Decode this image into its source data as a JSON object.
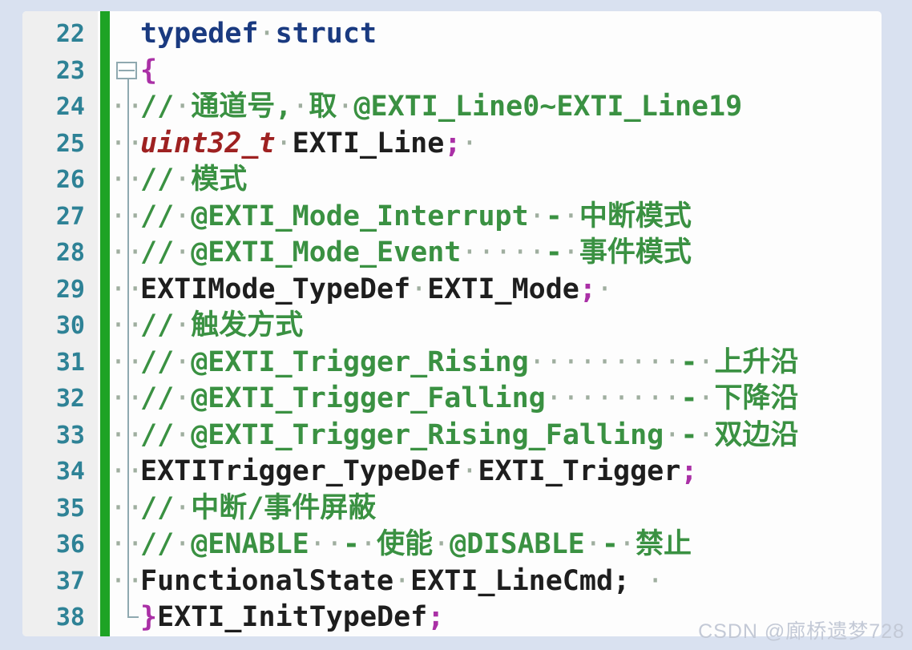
{
  "editor": {
    "watermark": "CSDN @廊桥遗梦728",
    "indent_dots": "··",
    "colors": {
      "background": "#d9e1f0",
      "panel_bg": "#fdfdfd",
      "gutter_bg": "#efefef",
      "line_number": "#2e8296",
      "modified_bar": "#1ea325",
      "keyword": "#1a3a80",
      "type": "#9e2121",
      "identifier": "#1e1e1e",
      "punctuation": "#aa30a6",
      "comment": "#3a9142",
      "whitespace_dot": "#9fae9f",
      "fold_guide": "#8fa9b0",
      "watermark": "#c3c9d6"
    },
    "lines": [
      {
        "num": "22",
        "indent": false,
        "fold": null,
        "segments": [
          {
            "c": "kw",
            "t": "typedef"
          },
          {
            "c": "ws",
            "t": "·"
          },
          {
            "c": "kw",
            "t": "struct"
          }
        ]
      },
      {
        "num": "23",
        "indent": false,
        "fold": "box",
        "segments": [
          {
            "c": "pu",
            "t": "{"
          }
        ]
      },
      {
        "num": "24",
        "indent": true,
        "fold": null,
        "segments": [
          {
            "c": "cm",
            "t": "//"
          },
          {
            "c": "ws",
            "t": "·"
          },
          {
            "c": "cm",
            "t": "通道号,"
          },
          {
            "c": "ws",
            "t": "·"
          },
          {
            "c": "cm",
            "t": "取"
          },
          {
            "c": "ws",
            "t": "·"
          },
          {
            "c": "cm",
            "t": "@EXTI_Line0~EXTI_Line19"
          }
        ]
      },
      {
        "num": "25",
        "indent": true,
        "fold": null,
        "segments": [
          {
            "c": "ty",
            "t": "uint32_t"
          },
          {
            "c": "ws",
            "t": "·"
          },
          {
            "c": "id",
            "t": "EXTI_Line"
          },
          {
            "c": "pu",
            "t": ";"
          },
          {
            "c": "ws",
            "t": "·"
          }
        ]
      },
      {
        "num": "26",
        "indent": true,
        "fold": null,
        "segments": [
          {
            "c": "cm",
            "t": "//"
          },
          {
            "c": "ws",
            "t": "·"
          },
          {
            "c": "cm",
            "t": "模式"
          }
        ]
      },
      {
        "num": "27",
        "indent": true,
        "fold": null,
        "segments": [
          {
            "c": "cm",
            "t": "//"
          },
          {
            "c": "ws",
            "t": "·"
          },
          {
            "c": "cm",
            "t": "@EXTI_Mode_Interrupt"
          },
          {
            "c": "ws",
            "t": "·"
          },
          {
            "c": "cm",
            "t": "-"
          },
          {
            "c": "ws",
            "t": "·"
          },
          {
            "c": "cm",
            "t": "中断模式"
          }
        ]
      },
      {
        "num": "28",
        "indent": true,
        "fold": null,
        "segments": [
          {
            "c": "cm",
            "t": "//"
          },
          {
            "c": "ws",
            "t": "·"
          },
          {
            "c": "cm",
            "t": "@EXTI_Mode_Event"
          },
          {
            "c": "ws",
            "t": "·····"
          },
          {
            "c": "cm",
            "t": "-"
          },
          {
            "c": "ws",
            "t": "·"
          },
          {
            "c": "cm",
            "t": "事件模式"
          }
        ]
      },
      {
        "num": "29",
        "indent": true,
        "fold": null,
        "segments": [
          {
            "c": "id",
            "t": "EXTIMode_TypeDef"
          },
          {
            "c": "ws",
            "t": "·"
          },
          {
            "c": "id",
            "t": "EXTI_Mode"
          },
          {
            "c": "pu",
            "t": ";"
          },
          {
            "c": "ws",
            "t": "·"
          }
        ]
      },
      {
        "num": "30",
        "indent": true,
        "fold": null,
        "segments": [
          {
            "c": "cm",
            "t": "//"
          },
          {
            "c": "ws",
            "t": "·"
          },
          {
            "c": "cm",
            "t": "触发方式"
          }
        ]
      },
      {
        "num": "31",
        "indent": true,
        "fold": null,
        "segments": [
          {
            "c": "cm",
            "t": "//"
          },
          {
            "c": "ws",
            "t": "·"
          },
          {
            "c": "cm",
            "t": "@EXTI_Trigger_Rising"
          },
          {
            "c": "ws",
            "t": "·········"
          },
          {
            "c": "cm",
            "t": "-"
          },
          {
            "c": "ws",
            "t": "·"
          },
          {
            "c": "cm",
            "t": "上升沿"
          }
        ]
      },
      {
        "num": "32",
        "indent": true,
        "fold": null,
        "segments": [
          {
            "c": "cm",
            "t": "//"
          },
          {
            "c": "ws",
            "t": "·"
          },
          {
            "c": "cm",
            "t": "@EXTI_Trigger_Falling"
          },
          {
            "c": "ws",
            "t": "········"
          },
          {
            "c": "cm",
            "t": "-"
          },
          {
            "c": "ws",
            "t": "·"
          },
          {
            "c": "cm",
            "t": "下降沿"
          }
        ]
      },
      {
        "num": "33",
        "indent": true,
        "fold": null,
        "segments": [
          {
            "c": "cm",
            "t": "//"
          },
          {
            "c": "ws",
            "t": "·"
          },
          {
            "c": "cm",
            "t": "@EXTI_Trigger_Rising_Falling"
          },
          {
            "c": "ws",
            "t": "·"
          },
          {
            "c": "cm",
            "t": "-"
          },
          {
            "c": "ws",
            "t": "·"
          },
          {
            "c": "cm",
            "t": "双边沿"
          }
        ]
      },
      {
        "num": "34",
        "indent": true,
        "fold": null,
        "segments": [
          {
            "c": "id",
            "t": "EXTITrigger_TypeDef"
          },
          {
            "c": "ws",
            "t": "·"
          },
          {
            "c": "id",
            "t": "EXTI_Trigger"
          },
          {
            "c": "pu",
            "t": ";"
          }
        ]
      },
      {
        "num": "35",
        "indent": true,
        "fold": null,
        "segments": [
          {
            "c": "cm",
            "t": "//"
          },
          {
            "c": "ws",
            "t": "·"
          },
          {
            "c": "cm",
            "t": "中断/事件屏蔽"
          }
        ]
      },
      {
        "num": "36",
        "indent": true,
        "fold": null,
        "segments": [
          {
            "c": "cm",
            "t": "//"
          },
          {
            "c": "ws",
            "t": "·"
          },
          {
            "c": "cm",
            "t": "@ENABLE"
          },
          {
            "c": "ws",
            "t": "··"
          },
          {
            "c": "cm",
            "t": "-"
          },
          {
            "c": "ws",
            "t": "·"
          },
          {
            "c": "cm",
            "t": "使能"
          },
          {
            "c": "ws",
            "t": "·"
          },
          {
            "c": "cm",
            "t": "@DISABLE"
          },
          {
            "c": "ws",
            "t": "·"
          },
          {
            "c": "cm",
            "t": "-"
          },
          {
            "c": "ws",
            "t": "·"
          },
          {
            "c": "cm",
            "t": "禁止"
          }
        ]
      },
      {
        "num": "37",
        "indent": true,
        "fold": null,
        "segments": [
          {
            "c": "id",
            "t": "FunctionalState"
          },
          {
            "c": "ws",
            "t": "·"
          },
          {
            "c": "id",
            "t": "EXTI_LineCmd"
          },
          {
            "c": "id",
            "t": ";"
          },
          {
            "c": "ws",
            "t": " ·"
          }
        ]
      },
      {
        "num": "38",
        "indent": false,
        "fold": "corner",
        "segments": [
          {
            "c": "pu",
            "t": "}"
          },
          {
            "c": "id",
            "t": "EXTI_InitTypeDef"
          },
          {
            "c": "pu",
            "t": ";"
          }
        ]
      }
    ]
  }
}
